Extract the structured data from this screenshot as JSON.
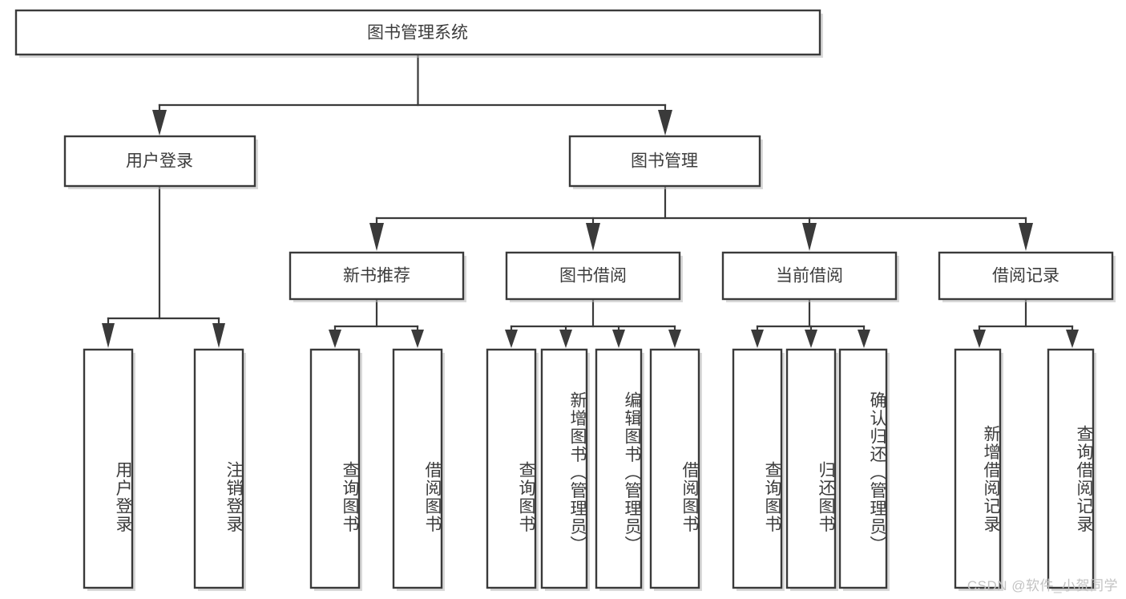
{
  "diagram": {
    "title": "图书管理系统",
    "type": "tree",
    "root": {
      "id": "root",
      "label": "图书管理系统"
    },
    "level2": [
      {
        "id": "user-login",
        "label": "用户登录"
      },
      {
        "id": "book-manage",
        "label": "图书管理"
      }
    ],
    "level3": [
      {
        "id": "new-book-rec",
        "label": "新书推荐",
        "parent": "book-manage"
      },
      {
        "id": "book-borrow",
        "label": "图书借阅",
        "parent": "book-manage"
      },
      {
        "id": "current-borrow",
        "label": "当前借阅",
        "parent": "book-manage"
      },
      {
        "id": "borrow-record",
        "label": "借阅记录",
        "parent": "book-manage"
      }
    ],
    "leaves": [
      {
        "id": "leaf-user-login",
        "label": "用户登录",
        "parent": "user-login"
      },
      {
        "id": "leaf-user-logout",
        "label": "注销登录",
        "parent": "user-login"
      },
      {
        "id": "leaf-query-book-1",
        "label": "查询图书",
        "parent": "new-book-rec"
      },
      {
        "id": "leaf-borrow-book-1",
        "label": "借阅图书",
        "parent": "new-book-rec"
      },
      {
        "id": "leaf-query-book-2",
        "label": "查询图书",
        "parent": "book-borrow"
      },
      {
        "id": "leaf-add-book",
        "label": "新增图书（管理员）",
        "parent": "book-borrow"
      },
      {
        "id": "leaf-edit-book",
        "label": "编辑图书（管理员）",
        "parent": "book-borrow"
      },
      {
        "id": "leaf-borrow-book-2",
        "label": "借阅图书",
        "parent": "book-borrow"
      },
      {
        "id": "leaf-query-book-3",
        "label": "查询图书",
        "parent": "current-borrow"
      },
      {
        "id": "leaf-return-book",
        "label": "归还图书",
        "parent": "current-borrow"
      },
      {
        "id": "leaf-confirm-return",
        "label": "确认归还（管理员）",
        "parent": "current-borrow"
      },
      {
        "id": "leaf-add-record",
        "label": "新增借阅记录",
        "parent": "borrow-record"
      },
      {
        "id": "leaf-query-record",
        "label": "查询借阅记录",
        "parent": "borrow-record"
      }
    ],
    "colors": {
      "box_stroke": "#3a3a3a",
      "box_fill": "#ffffff",
      "text": "#3c3c3c",
      "shadow": "#b9b9b9",
      "watermark": "#c3c3c3"
    }
  },
  "watermark": {
    "text": "CSDN @软件_小贺同学"
  }
}
